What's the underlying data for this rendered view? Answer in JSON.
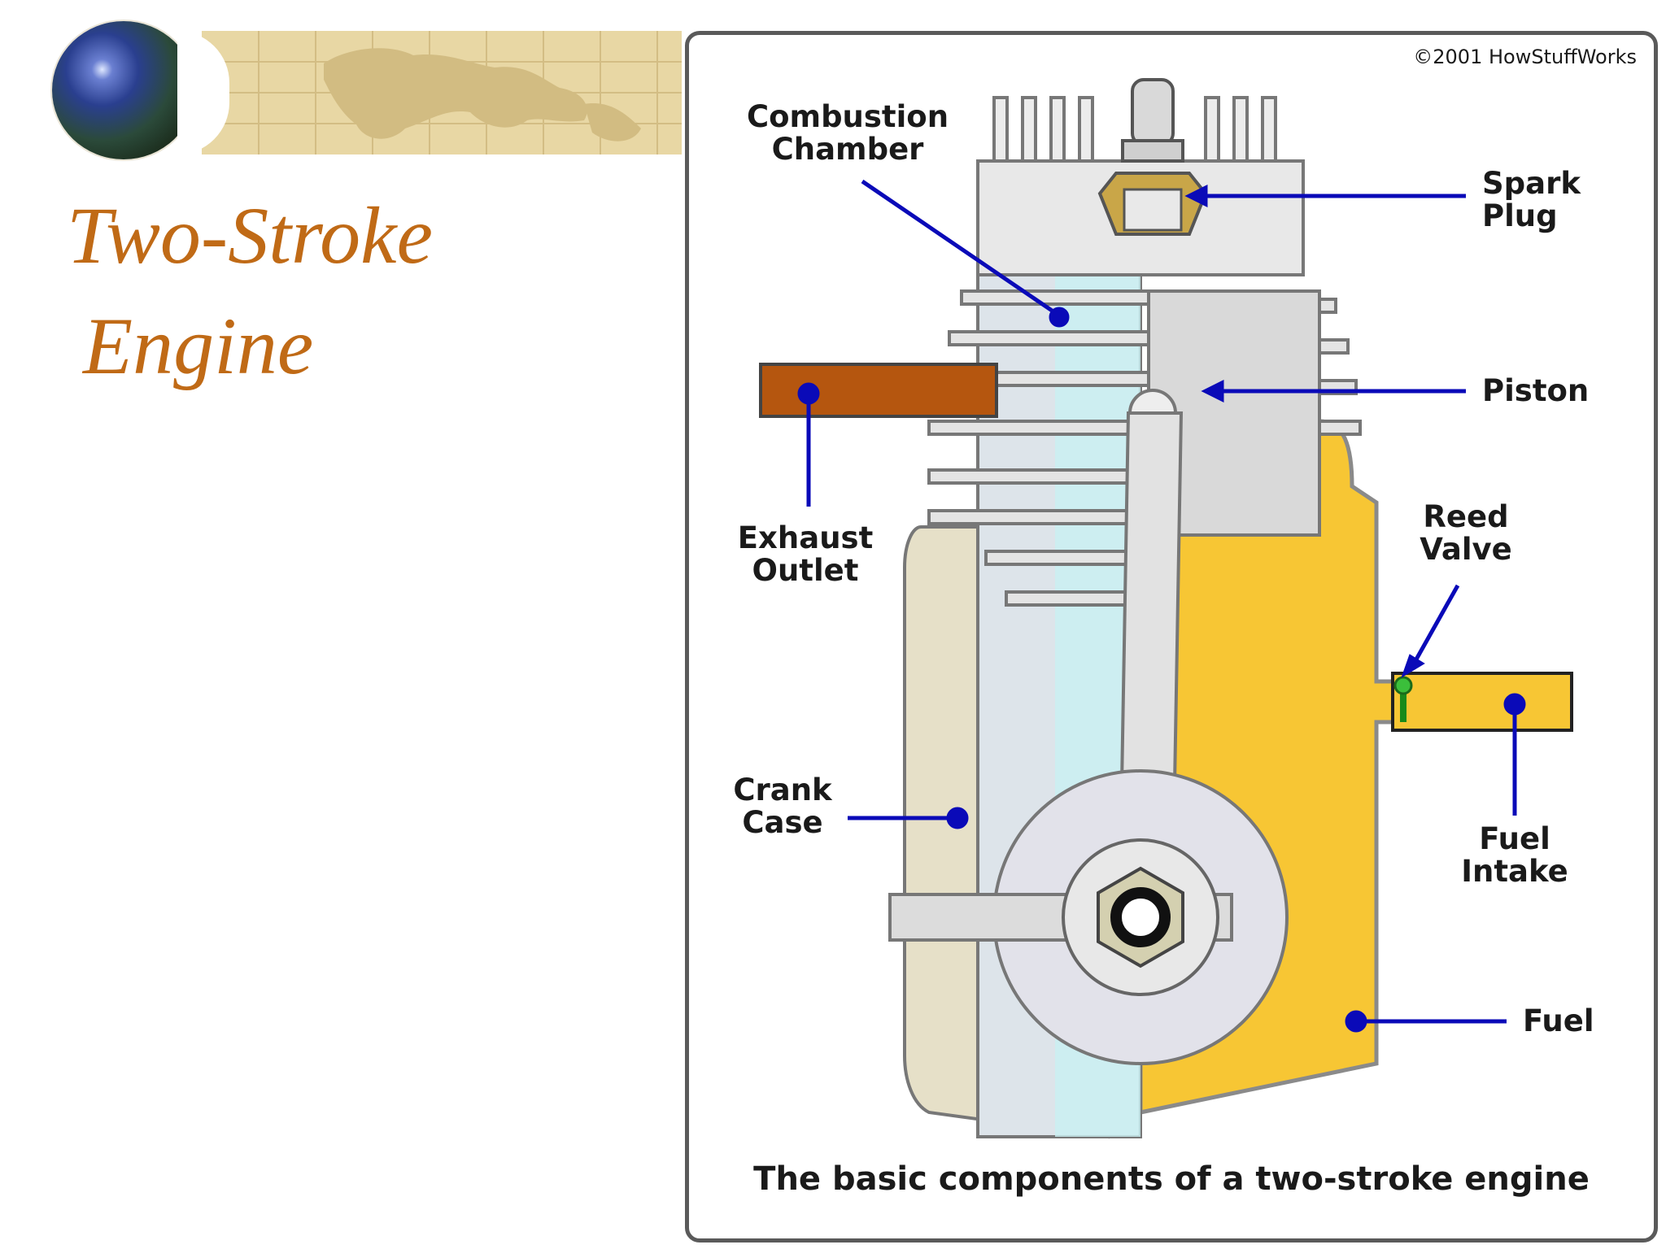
{
  "slide": {
    "title_line1": "Two-Stroke",
    "title_line2": "Engine"
  },
  "diagram": {
    "copyright": "©2001 HowStuffWorks",
    "caption": "The basic components of a two-stroke engine",
    "labels": {
      "combustion_chamber_1": "Combustion",
      "combustion_chamber_2": "Chamber",
      "spark_plug_1": "Spark",
      "spark_plug_2": "Plug",
      "piston": "Piston",
      "exhaust_outlet_1": "Exhaust",
      "exhaust_outlet_2": "Outlet",
      "reed_valve_1": "Reed",
      "reed_valve_2": "Valve",
      "crank_case_1": "Crank",
      "crank_case_2": "Case",
      "fuel_intake_1": "Fuel",
      "fuel_intake_2": "Intake",
      "fuel": "Fuel"
    },
    "colors": {
      "leader_line": "#0a0ab8",
      "fuel": "#f7c634",
      "exhaust": "#b5560f",
      "title": "#c06a16"
    }
  }
}
